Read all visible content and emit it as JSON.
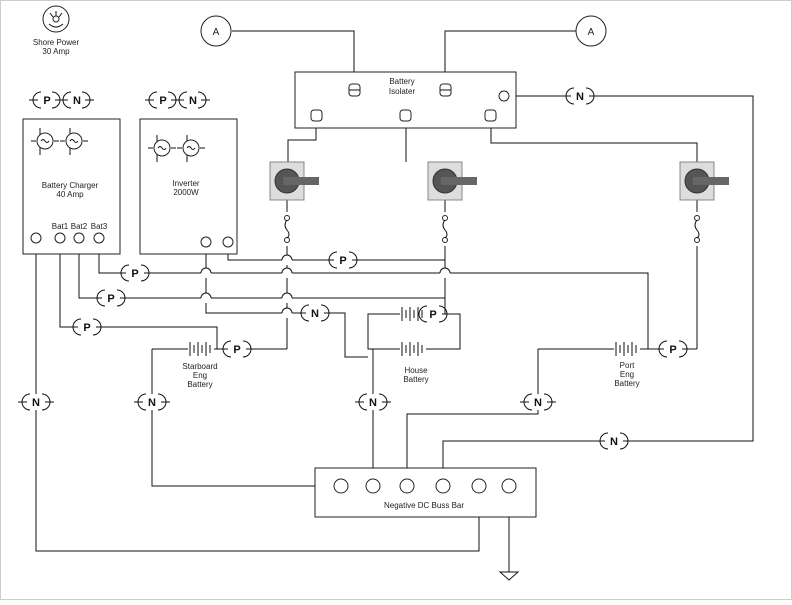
{
  "labels": {
    "shore_power": [
      "Shore Power",
      "30 Amp"
    ],
    "battery_isolater": [
      "Battery",
      "Isolater"
    ],
    "battery_charger": [
      "Battery Charger",
      "40 Amp"
    ],
    "charger_terminals": [
      "Bat1",
      "Bat2",
      "Bat3"
    ],
    "inverter": [
      "Inverter",
      "2000W"
    ],
    "starboard_battery": [
      "Starboard",
      "Eng",
      "Battery"
    ],
    "house_battery": [
      "House",
      "Battery"
    ],
    "port_battery": [
      "Port",
      "Eng",
      "Battery"
    ],
    "negative_bus": "Negative DC Buss Bar"
  },
  "symbols": {
    "ammeter": "A",
    "positive": "P",
    "negative": "N"
  },
  "colors": {
    "line": "#111111",
    "switch_face": "#dddddd",
    "switch_handle": "#666666"
  }
}
